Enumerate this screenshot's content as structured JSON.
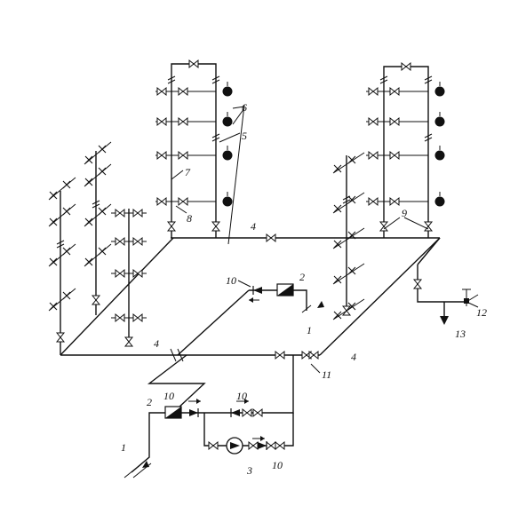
{
  "diagram": {
    "callouts": {
      "c1a": "1",
      "c1b": "1",
      "c2a": "2",
      "c2b": "2",
      "c3": "3",
      "c4a": "4",
      "c4b": "4",
      "c4c": "4",
      "c5": "5",
      "c6": "6",
      "c7": "7",
      "c8": "8",
      "c9": "9",
      "c10a": "10",
      "c10b": "10",
      "c10c": "10",
      "c10d": "10",
      "c11": "11",
      "c12": "12",
      "c13": "13"
    },
    "icons": {
      "valve": "gate-valve-icon",
      "check_valve": "check-valve-icon",
      "meter": "water-meter-icon",
      "pump": "pump-icon",
      "tap": "draw-off-tap-icon",
      "flush": "flush-tank-icon"
    }
  }
}
